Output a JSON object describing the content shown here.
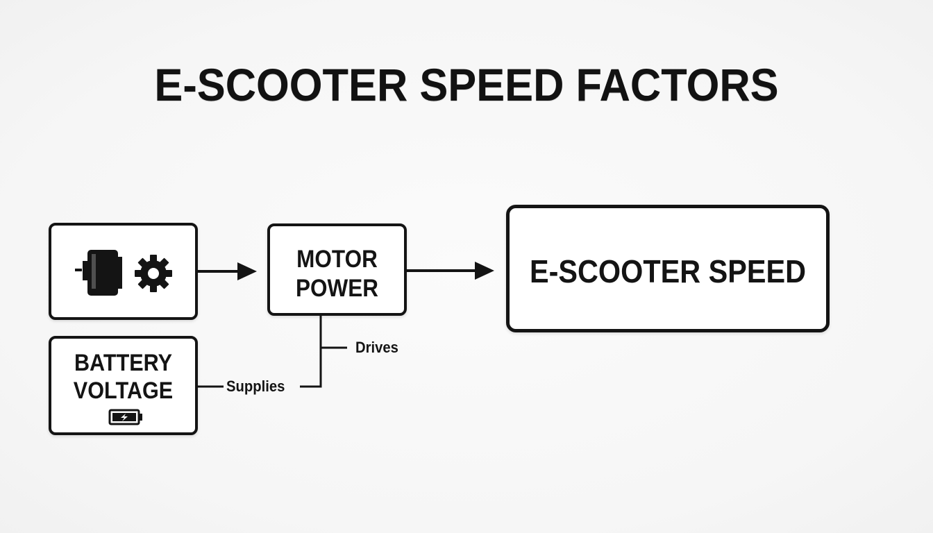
{
  "title": "E-SCOOTER SPEED FACTORS",
  "nodes": {
    "motor_icon_box": {
      "icons": [
        "motor-icon",
        "gear-icon"
      ]
    },
    "battery_voltage": {
      "line1": "BATTERY",
      "line2": "VOLTAGE",
      "icon": "battery-charging-icon"
    },
    "motor_power": {
      "line1": "MOTOR",
      "line2": "POWER"
    },
    "scooter_speed": {
      "label": "E-SCOOTER SPEED"
    }
  },
  "edges": {
    "drives_label": "Drives",
    "supplies_label": "Supplies"
  },
  "colors": {
    "ink": "#141414",
    "background": "#f8f8f8",
    "box_fill": "#ffffff"
  }
}
